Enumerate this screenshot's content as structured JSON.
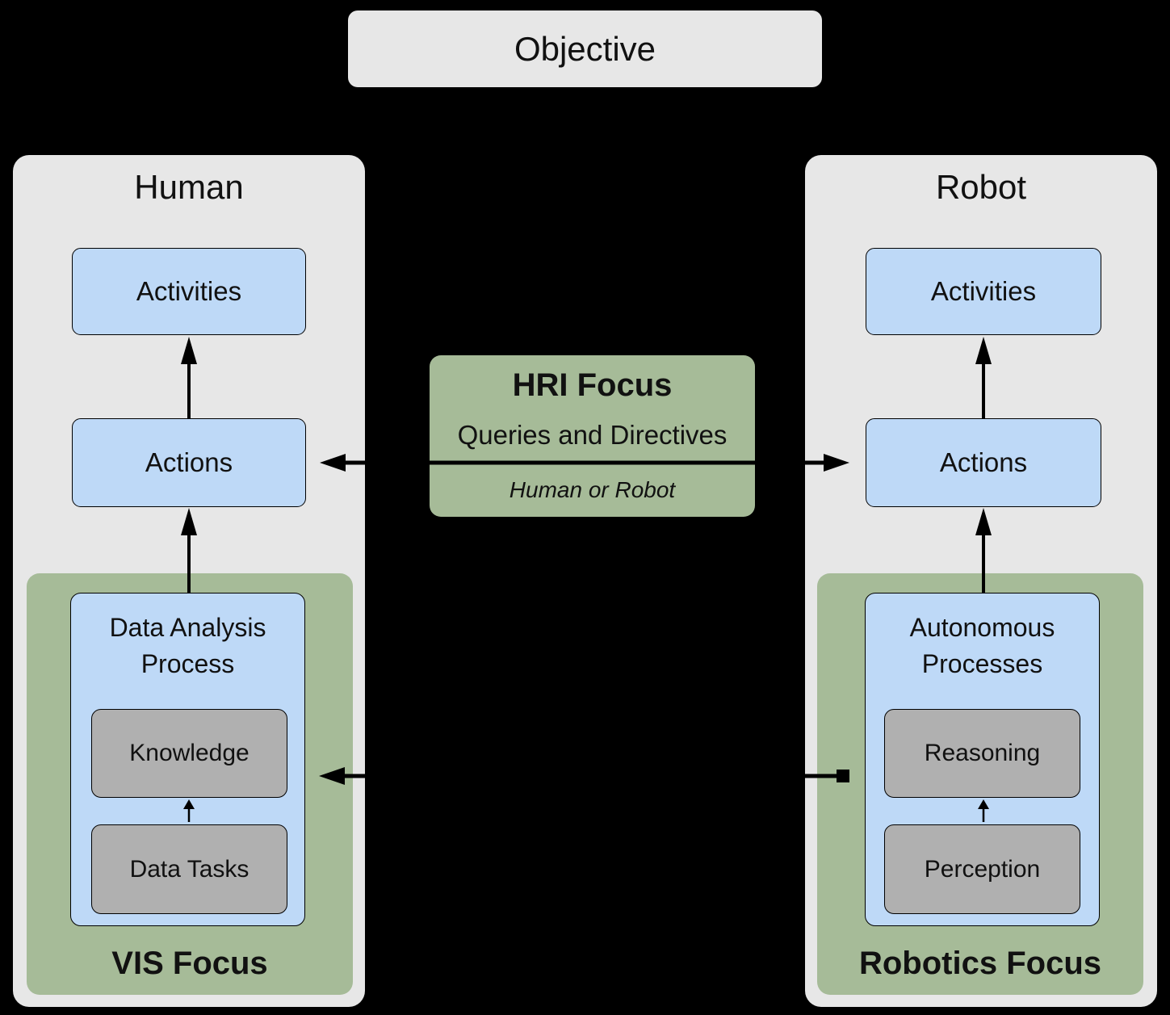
{
  "objective": {
    "label": "Objective"
  },
  "human_panel": {
    "title": "Human",
    "activities": "Activities",
    "actions": "Actions",
    "focus": {
      "title": "VIS Focus",
      "process": "Data Analysis Process",
      "inner_top": "Knowledge",
      "inner_bottom": "Data Tasks"
    }
  },
  "robot_panel": {
    "title": "Robot",
    "activities": "Activities",
    "actions": "Actions",
    "focus": {
      "title": "Robotics Focus",
      "process": "Autonomous Processes",
      "inner_top": "Reasoning",
      "inner_bottom": "Perception"
    }
  },
  "hri": {
    "title": "HRI Focus",
    "subtitle": "Queries and Directives",
    "annotation": "Human or Robot"
  },
  "colors": {
    "background": "#000000",
    "panel-bg": "#e7e7e7",
    "green-bg": "#a6bb98",
    "blue-bg": "#bed9f7",
    "gray-box-bg": "#b0b0b0",
    "line": "#000000",
    "text": "#111111"
  }
}
